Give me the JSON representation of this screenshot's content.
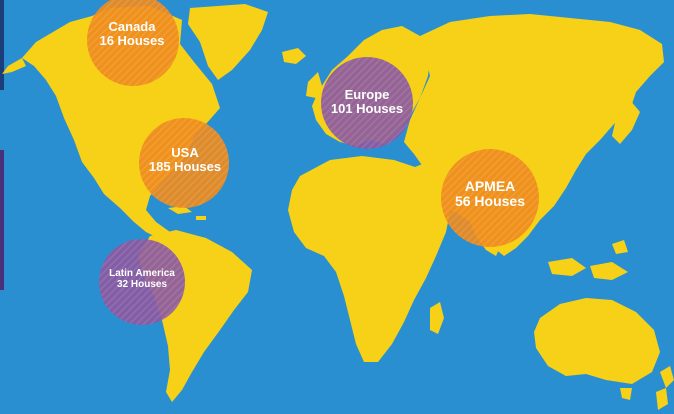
{
  "colors": {
    "ocean": "#2a8fd1",
    "land": "#f7d117",
    "orange_bubble": "#ef8a1d",
    "purple_bubble": "#8b5aa0",
    "label_text": "#ffffff"
  },
  "regions": [
    {
      "id": "canada",
      "name": "Canada",
      "houses": "16 Houses",
      "count": 16,
      "style": "orange"
    },
    {
      "id": "usa",
      "name": "USA",
      "houses": "185 Houses",
      "count": 185,
      "style": "orange"
    },
    {
      "id": "latin-america",
      "name": "Latin America",
      "houses": "32 Houses",
      "count": 32,
      "style": "purple"
    },
    {
      "id": "europe",
      "name": "Europe",
      "houses": "101 Houses",
      "count": 101,
      "style": "purple"
    },
    {
      "id": "apmea",
      "name": "APMEA",
      "houses": "56 Houses",
      "count": 56,
      "style": "orange"
    }
  ]
}
